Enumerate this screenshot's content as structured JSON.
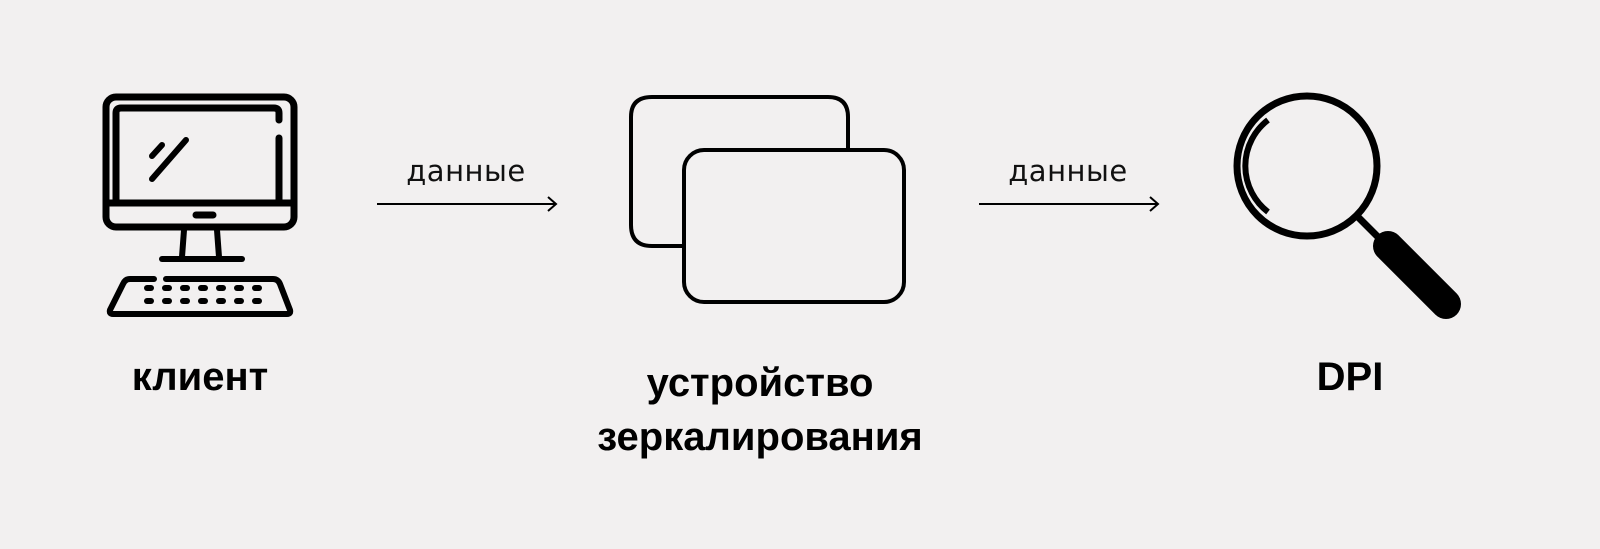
{
  "diagram": {
    "background": "#F2F0F0",
    "stroke_color": "#000000",
    "nodes": [
      {
        "id": "client",
        "label": "клиент",
        "icon": "computer-monitor-keyboard-icon"
      },
      {
        "id": "mirror",
        "label": "устройство\nзеркалирования",
        "icon": "stacked-rectangles-icon"
      },
      {
        "id": "dpi",
        "label": "DPI",
        "icon": "magnifying-glass-icon"
      }
    ],
    "edges": [
      {
        "from": "client",
        "to": "mirror",
        "label": "данные"
      },
      {
        "from": "mirror",
        "to": "dpi",
        "label": "данные"
      }
    ]
  }
}
